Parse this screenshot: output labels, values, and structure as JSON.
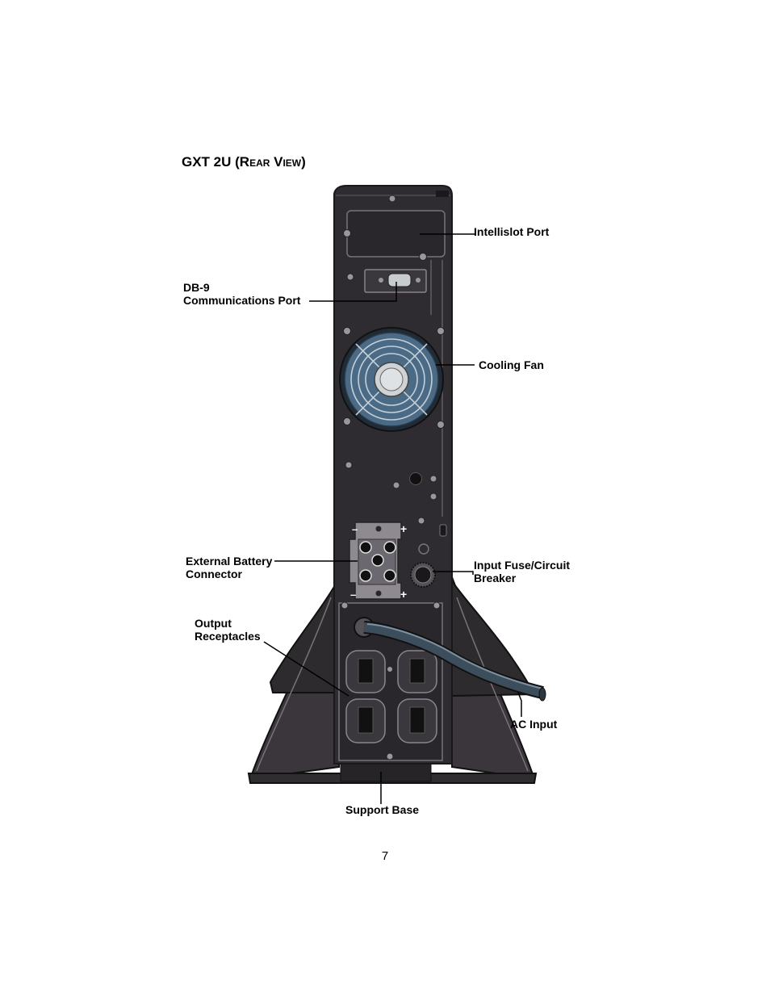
{
  "heading": {
    "main": "GXT 2U (",
    "small_caps": "Rear View",
    "close": ")"
  },
  "callouts": {
    "intellislot": "Intellislot Port",
    "db9_line1": "DB-9",
    "db9_line2": "Communications Port",
    "cooling_fan": "Cooling Fan",
    "battery_line1": "External Battery",
    "battery_line2": "Connector",
    "fuse_line1": "Input Fuse/Circuit",
    "fuse_line2": "Breaker",
    "output_line1": "Output",
    "output_line2": "Receptacles",
    "ac_input": "AC Input",
    "support_base": "Support Base"
  },
  "connector_marks": {
    "minus": "–",
    "plus": "+"
  },
  "page_number": "7",
  "colors": {
    "chassis": "#2f2c31",
    "chassis_edge": "#1a181b",
    "fan_blade": "#4a6a85",
    "fan_hub": "#cfd3d6",
    "cord": "#3c4d5c"
  }
}
